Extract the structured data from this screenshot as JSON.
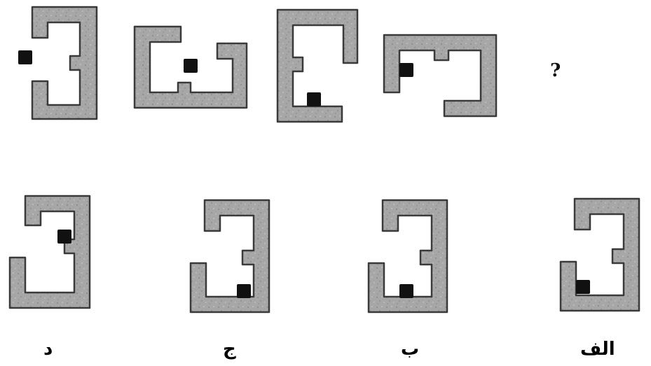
{
  "question": {
    "mark": "?"
  },
  "options": [
    {
      "label": "الف"
    },
    {
      "label": "ب"
    },
    {
      "label": "ج"
    },
    {
      "label": "د"
    }
  ],
  "colors": {
    "metal_fill": "#a8a8a8",
    "metal_edge": "#3a3a3a",
    "marker": "#111111",
    "label_text": "#000000"
  }
}
